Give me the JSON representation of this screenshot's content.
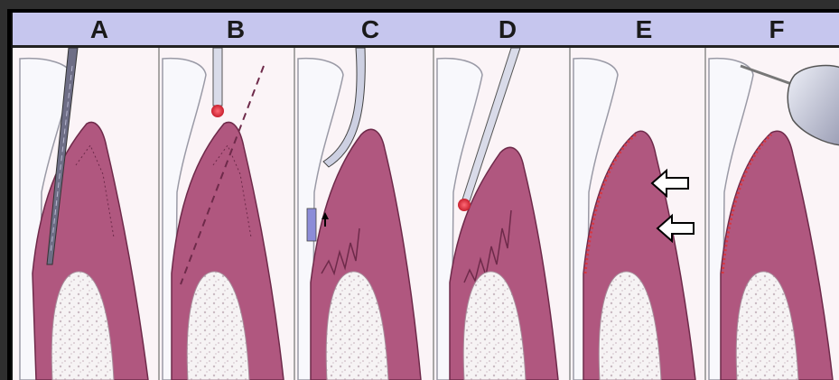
{
  "panels": [
    {
      "label": "A"
    },
    {
      "label": "B"
    },
    {
      "label": "C"
    },
    {
      "label": "D"
    },
    {
      "label": "E"
    },
    {
      "label": "F"
    }
  ],
  "colors": {
    "header": "#c6c6ee",
    "gum": "#b0577f",
    "gum_light": "#e3b6cc",
    "bone": "#f4f1f2",
    "tooth": "#f7f7fb",
    "highlight": "#d8363f",
    "background": "#fbf4f7"
  }
}
